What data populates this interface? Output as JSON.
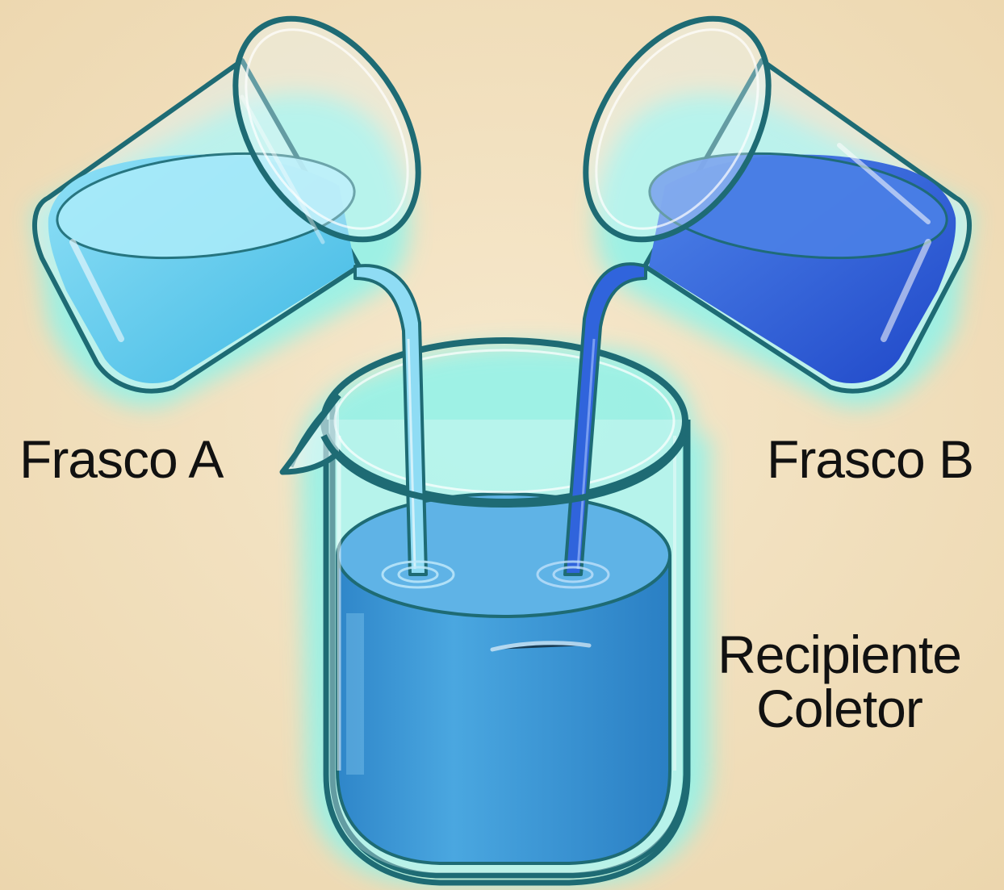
{
  "labels": {
    "flask_a": "Frasco A",
    "flask_b": "Frasco B",
    "collector_line1": "Recipiente",
    "collector_line2": "Coletor"
  },
  "colors": {
    "background": "#f3e3c3",
    "glow": "#7ff0e6",
    "outline": "#1e6b74",
    "liquid_a": "#54c6ea",
    "liquid_b": "#2f63dc",
    "mixture": "#3b9ad8",
    "text": "#111111"
  }
}
